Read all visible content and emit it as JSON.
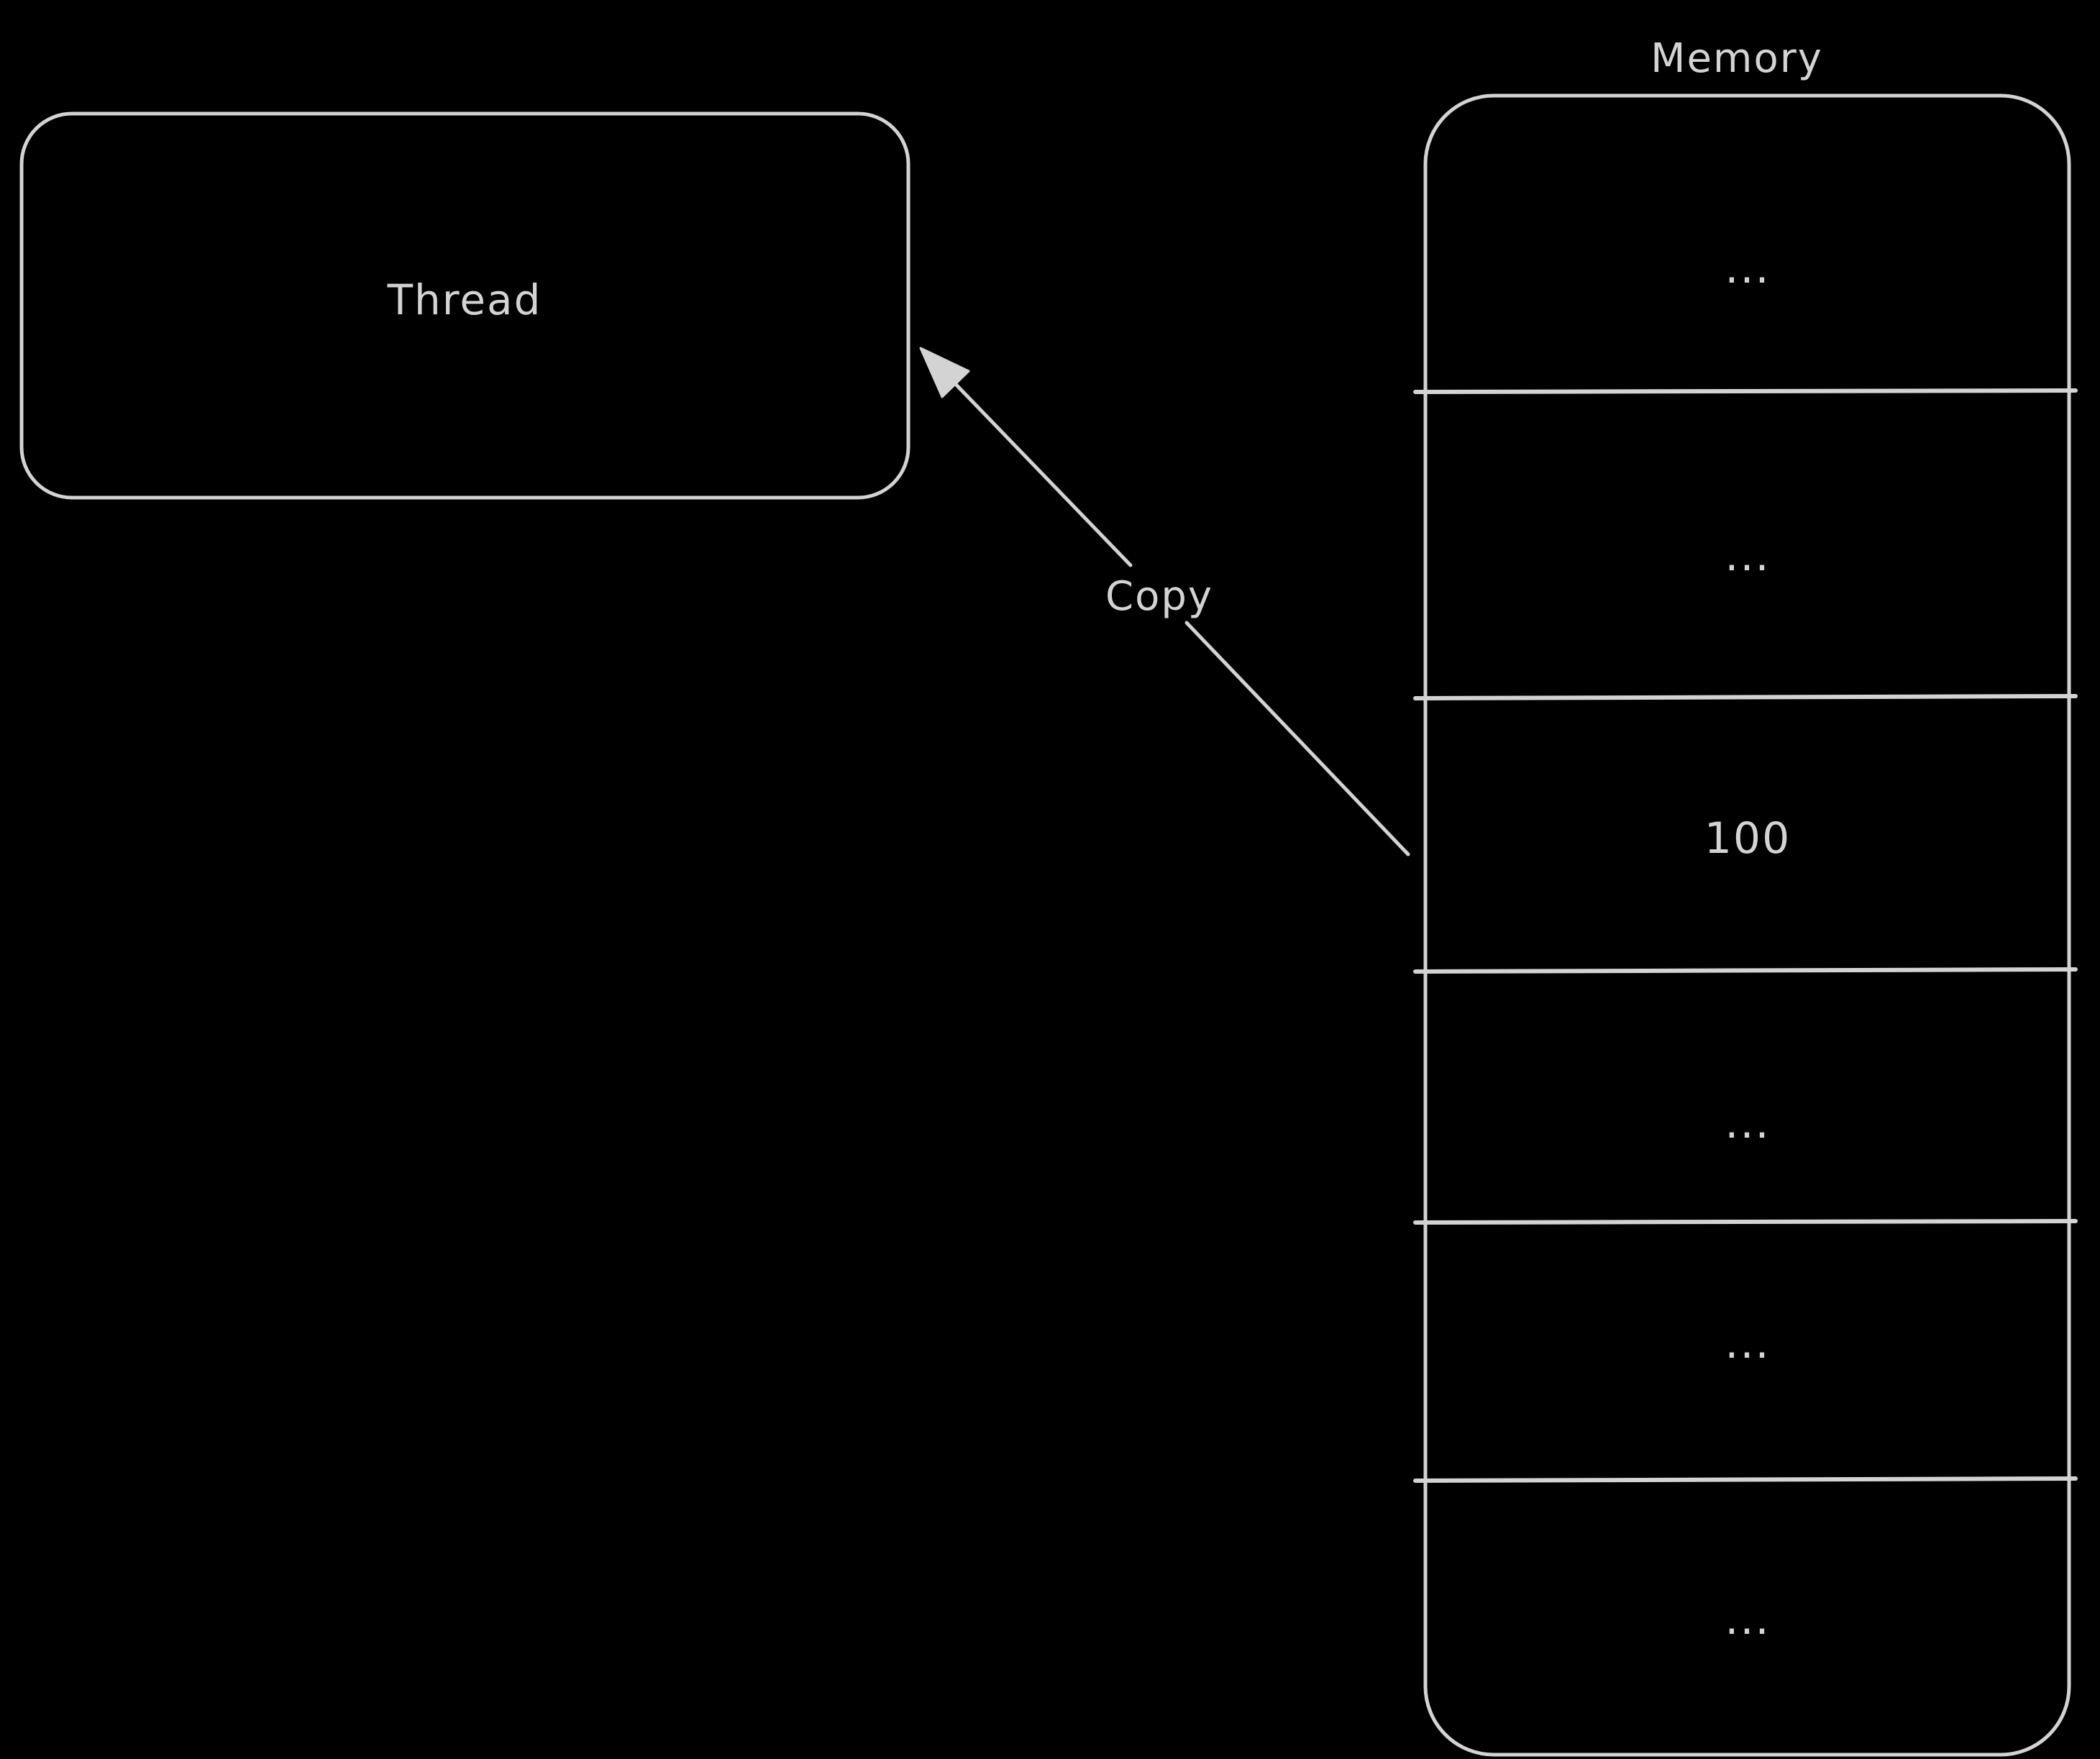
{
  "diagram": {
    "colors": {
      "background": "#000000",
      "stroke": "#d3d3d3",
      "text": "#d3d3d3"
    },
    "thread_box": {
      "label": "Thread"
    },
    "memory": {
      "title": "Memory",
      "cells": [
        "...",
        "...",
        "100",
        "...",
        "...",
        "..."
      ]
    },
    "arrow": {
      "label": "Copy"
    }
  }
}
